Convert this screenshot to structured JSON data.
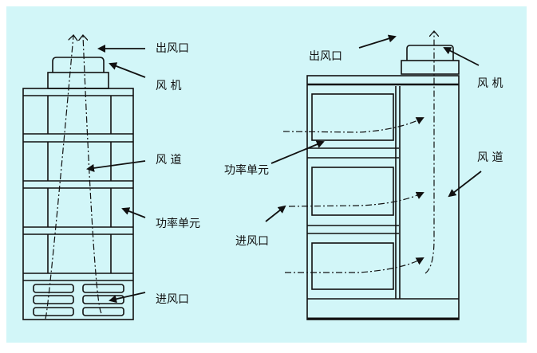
{
  "colors": {
    "background": "#d2f6f8",
    "stroke": "#111111"
  },
  "left_diagram": {
    "outlet_label": "出风口",
    "fan_label": "风 机",
    "duct_label": "风 道",
    "power_unit_label": "功率单元",
    "inlet_label": "进风口"
  },
  "right_diagram": {
    "outlet_label": "出风口",
    "fan_label": "风 机",
    "duct_label": "风 道",
    "power_unit_label": "功率单元",
    "inlet_label": "进风口"
  }
}
